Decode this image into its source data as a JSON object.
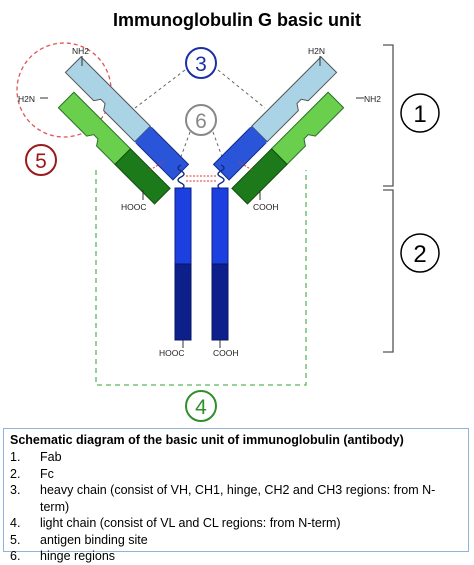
{
  "title": "Immunoglobulin G basic unit",
  "labels": {
    "nh2": "NH2",
    "h2n": "H2N",
    "hooc": "HOOC",
    "cooh": "COOH"
  },
  "markers": {
    "m1": "1",
    "m2": "2",
    "m3": "3",
    "m4": "4",
    "m5": "5",
    "m6": "6"
  },
  "legend": {
    "title": "Schematic diagram of the basic unit of immunoglobulin (antibody)",
    "items": [
      {
        "num": "1.",
        "text": "Fab"
      },
      {
        "num": "2.",
        "text": "Fc"
      },
      {
        "num": "3.",
        "text": "heavy chain (consist of VH, CH1, hinge, CH2 and CH3 regions: from N-term)"
      },
      {
        "num": "4.",
        "text": "light chain (consist of VL and CL regions: from N-term)"
      },
      {
        "num": "5.",
        "text": "antigen binding site"
      },
      {
        "num": "6.",
        "text": "hinge regions"
      }
    ]
  },
  "colors": {
    "heavy_light_blue": "#a9d4e8",
    "heavy_mid_blue": "#3b63d6",
    "heavy_bright_blue": "#1c3fe0",
    "heavy_dark_blue": "#0d1f8a",
    "light_green": "#6ad04e",
    "dark_green": "#1c7a1a",
    "marker_blue": "#1a2fa8",
    "marker_grey": "#888888",
    "marker_green": "#2f8f2a",
    "marker_red": "#9a1a1a",
    "disulfide": "#e0303a"
  }
}
